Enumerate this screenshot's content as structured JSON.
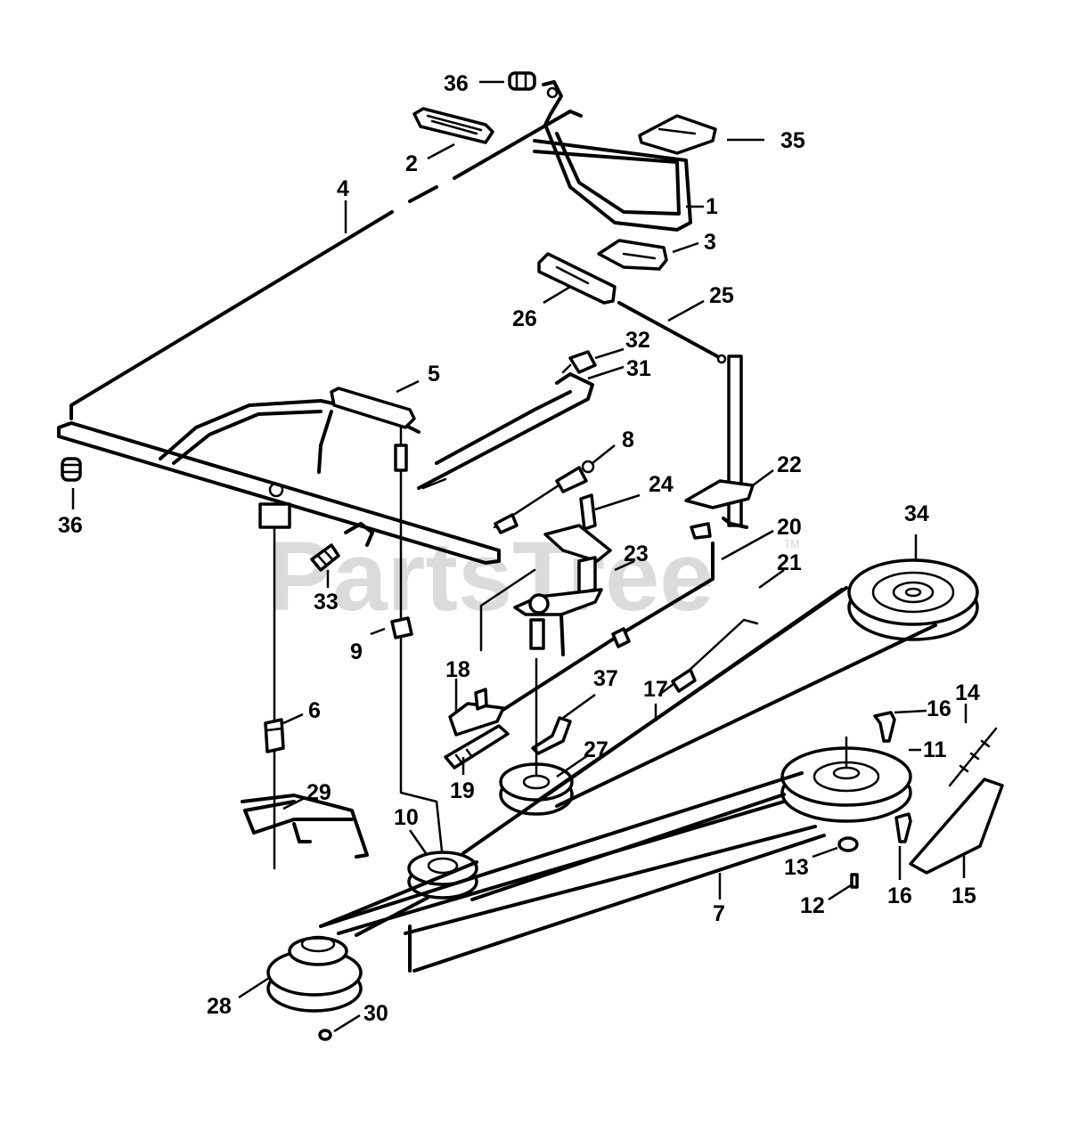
{
  "watermark": {
    "text": "PartsTree",
    "tm": "TM"
  },
  "callouts": [
    "36",
    "2",
    "4",
    "35",
    "1",
    "3",
    "26",
    "25",
    "32",
    "31",
    "5",
    "8",
    "24",
    "22",
    "36",
    "33",
    "9",
    "20",
    "23",
    "21",
    "34",
    "6",
    "18",
    "37",
    "17",
    "16",
    "14",
    "11",
    "19",
    "27",
    "29",
    "10",
    "13",
    "12",
    "16",
    "15",
    "7",
    "28",
    "30"
  ]
}
